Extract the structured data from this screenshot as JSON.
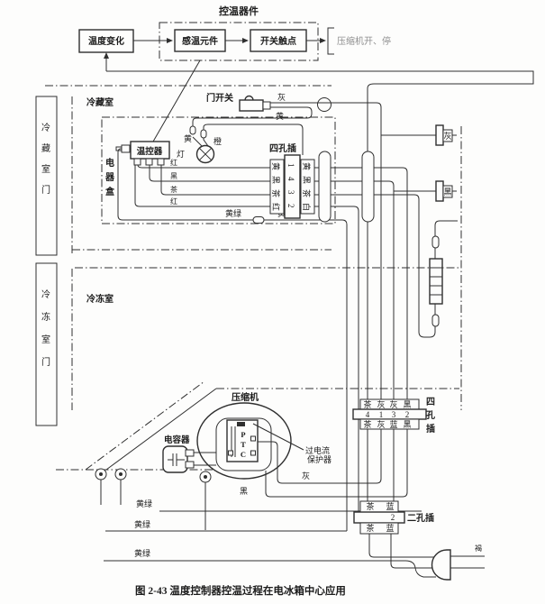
{
  "figure": {
    "caption": "图 2-43 温度控制器控温过程在电冰箱中心应用"
  },
  "block_diagram": {
    "title": "控温器件",
    "temp_change": "温度变化",
    "sensor": "感温元件",
    "switch_contact": "开关触点",
    "output": "压缩机开、停"
  },
  "cabinet": {
    "fridge_room": "冷藏室",
    "fridge_door": "冷藏室门",
    "freezer_room": "冷冻室",
    "freezer_door": "冷冻室门",
    "electric_box": "电器盒"
  },
  "components": {
    "door_switch": "门开关",
    "thermostat": "温控器",
    "lamp_char1": "黄",
    "lamp_char2": "灯",
    "compressor": "压缩机",
    "capacitor": "电容器",
    "ptc": "PTC",
    "overcurrent_line1": "过电流",
    "overcurrent_line2": "保护器"
  },
  "wire_labels": {
    "door_switch_gray": "灰",
    "door_switch_yellow": "黄",
    "orange": "橙",
    "thermostat_red1": "红",
    "thermostat_black": "黑",
    "thermostat_brown": "茶",
    "thermostat_red2": "红",
    "yellow_green_1": "黄绿",
    "yellow_green_2": "黄绿",
    "right_plug_gray": "灰",
    "right_plug_black": "黑",
    "compressor_gray": "灰",
    "compressor_black": "黑",
    "ground_1": "黄绿",
    "ground_2": "黄绿",
    "ground_3": "黄绿",
    "plug_brown": "褐"
  },
  "connector_top": {
    "label": "四孔插",
    "left_column": "黄黑茶红",
    "numbers": "1432",
    "right_column": "黄黑茶白"
  },
  "connector_bottom": {
    "label": "四孔插",
    "top_row": [
      "茶",
      "灰",
      "灰",
      "黑"
    ],
    "numbers": [
      "4",
      "1",
      "3",
      "2"
    ],
    "bottom_row": [
      "茶",
      "灰",
      "蓝",
      "黑"
    ]
  },
  "two_hole": {
    "label": "二孔插",
    "number": "2",
    "top_row": [
      "茶",
      "蓝"
    ],
    "bottom_row": [
      "茶",
      "蓝"
    ]
  }
}
